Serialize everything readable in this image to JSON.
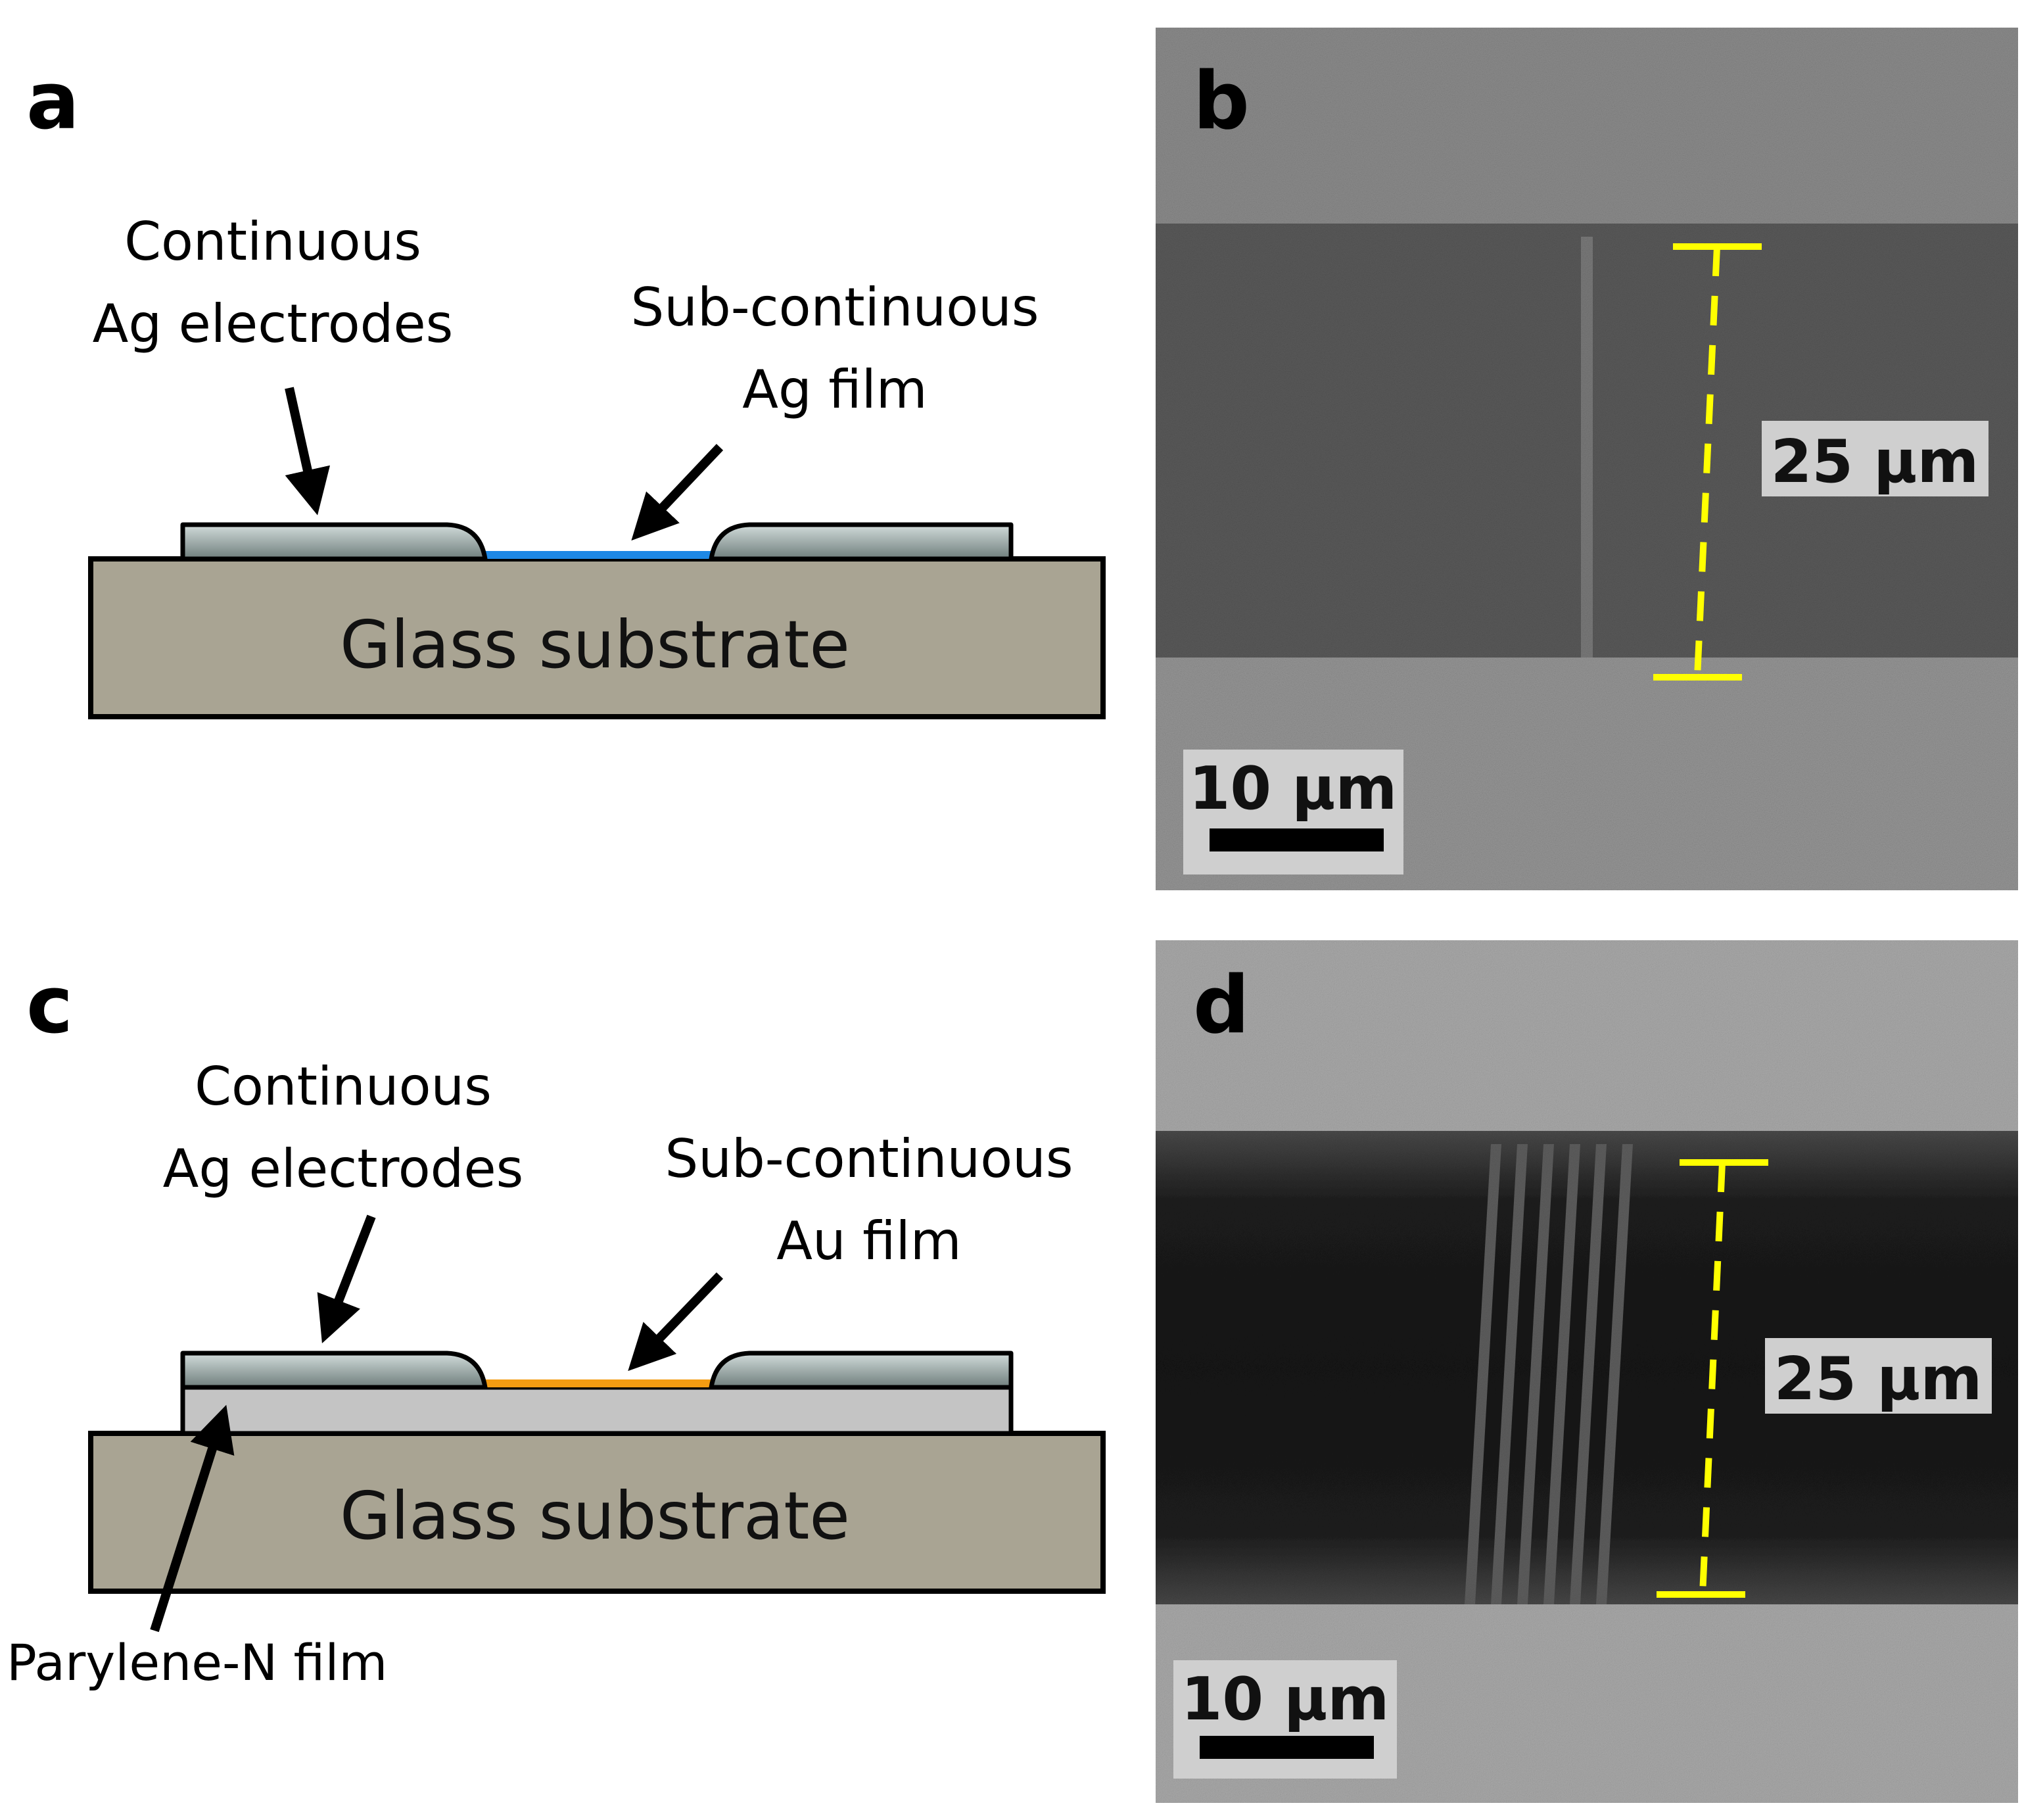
{
  "panels": {
    "a": {
      "letter": "a",
      "electrode_label_1": "Continuous",
      "electrode_label_2": "Ag electrodes",
      "film_label_1": "Sub-continuous",
      "film_label_2": "Ag film",
      "substrate_label": "Glass substrate",
      "film_color": "#1e88e5"
    },
    "b": {
      "letter": "b",
      "dimension_label": "25 µm",
      "scalebar_label": "10 µm",
      "dimension_color": "#ffff00"
    },
    "c": {
      "letter": "c",
      "electrode_label_1": "Continuous",
      "electrode_label_2": "Ag electrodes",
      "film_label_1": "Sub-continuous",
      "film_label_2": "Au film",
      "substrate_label": "Glass substrate",
      "parylene_label": "Parylene-N film",
      "film_color": "#f39c12"
    },
    "d": {
      "letter": "d",
      "dimension_label": "25 µm",
      "scalebar_label": "10 µm",
      "dimension_color": "#ffff00"
    }
  },
  "colors": {
    "substrate": "#a9a493",
    "electrode_top": "#d2dcdb",
    "electrode_bottom": "#6f7e7c",
    "parylene": "#c4c4c4",
    "outline": "#000000"
  }
}
